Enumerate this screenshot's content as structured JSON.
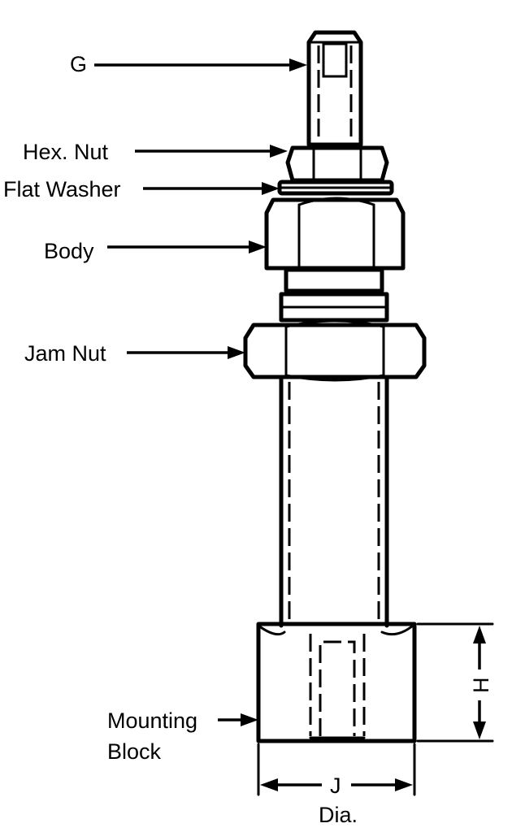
{
  "labels": {
    "g": "G",
    "hex_nut": "Hex. Nut",
    "flat_washer": "Flat Washer",
    "body": "Body",
    "jam_nut": "Jam Nut",
    "mounting_block_line1": "Mounting",
    "mounting_block_line2": "Block",
    "h": "H",
    "j": "J",
    "dia": "Dia."
  }
}
